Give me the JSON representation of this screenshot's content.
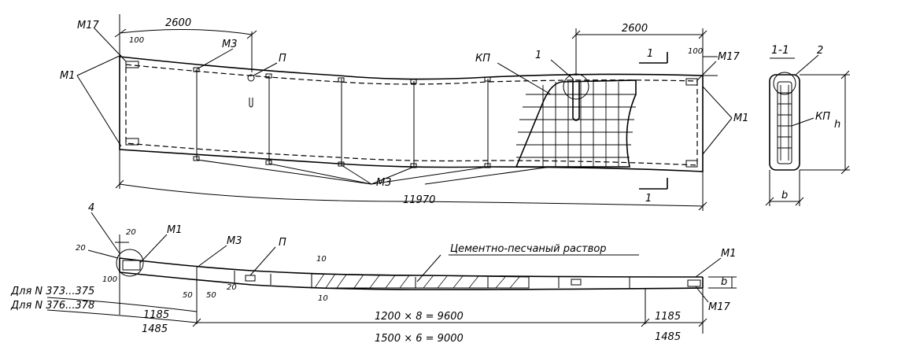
{
  "plan": {
    "dim_top_left": "2600",
    "dim_top_right": "2600",
    "m17_left": "М17",
    "dim_100_left": "100",
    "m3_top": "М3",
    "p_top": "П",
    "kp_left": "КП",
    "callout_1": "1",
    "section_mark_top": "1",
    "dim_100_right": "100",
    "m17_right": "М17",
    "m1_left": "М1",
    "m1_right": "М1",
    "m3_bottom": "М3",
    "section_mark_bottom": "1",
    "dim_overall": "11970"
  },
  "section": {
    "title": "1-1",
    "callout_2": "2",
    "kp": "КП",
    "h_label": "h",
    "b_label": "b"
  },
  "elevation": {
    "callout_4": "4",
    "dim_20_top": "20",
    "dim_20_left": "20",
    "m1_left": "М1",
    "m3": "М3",
    "p": "П",
    "mortar": "Цементно-песчаный раствор",
    "m1_right": "М1",
    "dim_10_top": "10",
    "dim_10_bottom": "10",
    "dim_100": "100",
    "dim_50_a": "50",
    "dim_50_b": "50",
    "dim_20_mid": "20",
    "b_label": "b",
    "m17": "М17",
    "for_373": "Для N 373...375",
    "for_376": "Для N 376...378",
    "dim_1185_left": "1185",
    "dim_1485_left": "1485",
    "dim_9600": "1200 × 8 = 9600",
    "dim_9000": "1500 × 6 = 9000",
    "dim_1185_right": "1185",
    "dim_1485_right": "1485"
  }
}
